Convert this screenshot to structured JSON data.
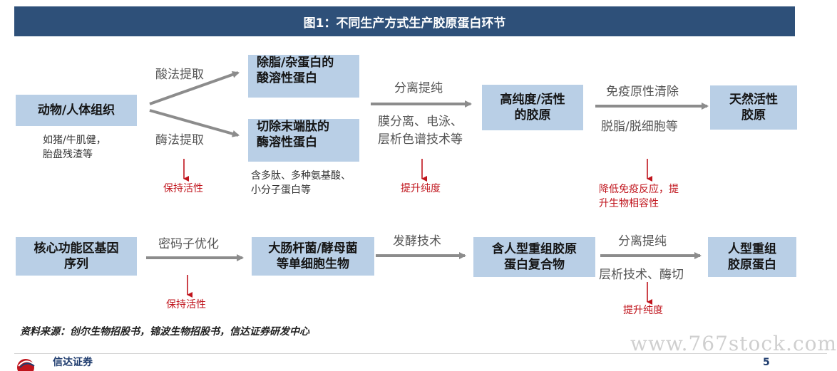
{
  "title": "图1：不同生产方式生产胶原蛋白环节",
  "row1": {
    "tissue": "动物/人体组织",
    "tissue_note_1": "如猪/牛肌健，",
    "tissue_note_2": "胎盘残渣等",
    "acid_method": "酸法提取",
    "enzyme_method": "酶法提取",
    "acid_box_1": "除脂/杂蛋白的",
    "acid_box_2": "酸溶性蛋白",
    "enzyme_box_1": "切除末端肽的",
    "enzyme_box_2": "酶溶性蛋白",
    "enzyme_note_1": "含多肽、多种氨基酸、",
    "enzyme_note_2": "小分子蛋白等",
    "keep_activity": "保持活性",
    "separation": "分离提纯",
    "separation_note_1": "膜分离、电泳、",
    "separation_note_2": "层析色谱技术等",
    "raise_purity": "提升纯度",
    "high_purity_1": "高纯度/活性",
    "high_purity_2": "的胶原",
    "immune_clear": "免疫原性清除",
    "defat": "脱脂/脱细胞等",
    "reduce_immune_1": "降低免疫反应，提",
    "reduce_immune_2": "升生物相容性",
    "natural_1": "天然活性",
    "natural_2": "胶原"
  },
  "row2": {
    "gene_1": "核心功能区基因",
    "gene_2": "序列",
    "codon": "密码子优化",
    "keep_activity": "保持活性",
    "microbe_1": "大肠杆菌/酵母菌",
    "microbe_2": "等单细胞生物",
    "ferment": "发酵技术",
    "complex_1": "含人型重组胶原",
    "complex_2": "蛋白复合物",
    "separation": "分离提纯",
    "chromatography": "层析技术、酶切",
    "raise_purity": "提升纯度",
    "recombinant_1": "人型重组",
    "recombinant_2": "胶原蛋白"
  },
  "source": "资料来源：创尔生物招股书，锦波生物招股书，信达证券研发中心",
  "watermark": "www.767stock.com",
  "footer": {
    "logo_text": "信达证券",
    "page": "5"
  },
  "colors": {
    "header_bg": "#2e5079",
    "box_bg": "#b9cfe6",
    "arrow": "#8c8c8c",
    "red_arrow": "#c0141c"
  }
}
